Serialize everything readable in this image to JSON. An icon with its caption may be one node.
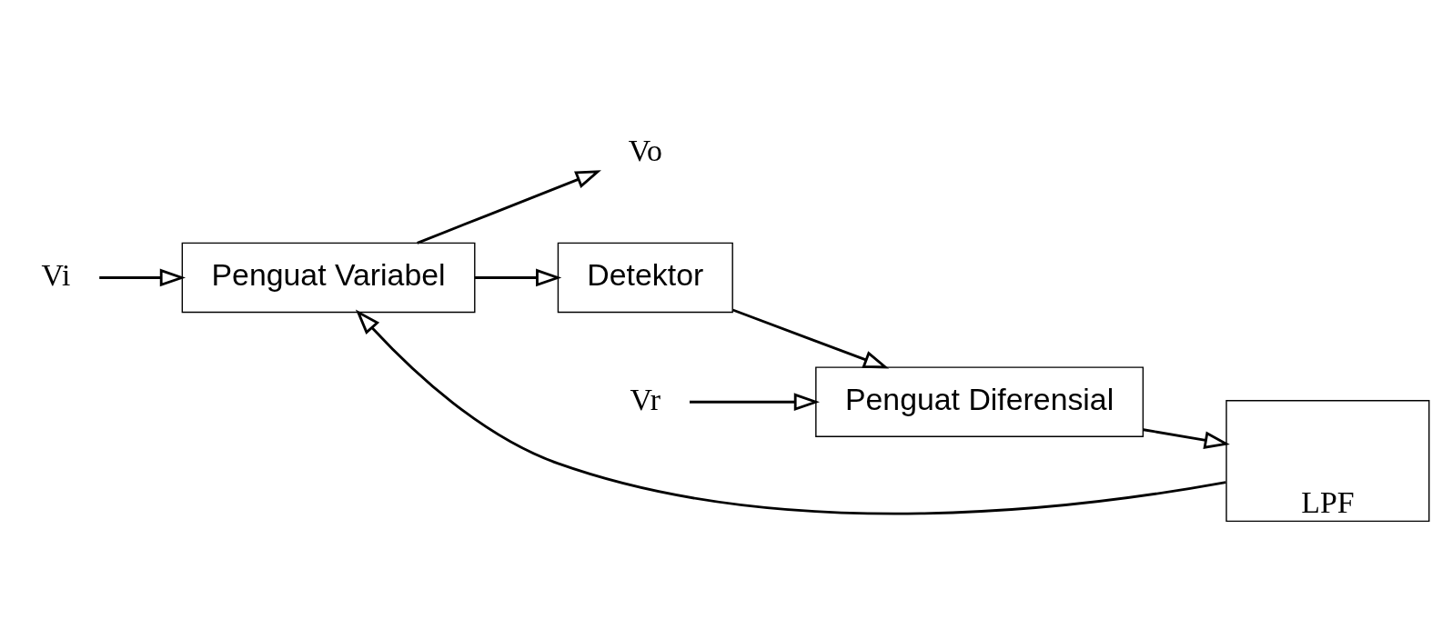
{
  "diagram": {
    "nodes": [
      {
        "text": [
          "Vi"
        ]
      },
      {
        "text": [
          "Penguat Variabel"
        ]
      },
      {
        "text": [
          "Vo"
        ]
      },
      {
        "text": [
          "Detektor"
        ]
      },
      {
        "text": [
          "Penguat Diferensial"
        ]
      },
      {
        "text": [
          "Vr"
        ]
      },
      {
        "text": [
          "LPF"
        ]
      }
    ],
    "edges": [
      {
        "from": 0,
        "to": 1,
        "arrow": "to"
      },
      {
        "from": 1,
        "to": 2,
        "arrow": "to"
      },
      {
        "from": 1,
        "to": 3,
        "arrow": "to"
      },
      {
        "from": 3,
        "to": 4,
        "arrow": "to"
      },
      {
        "from": 5,
        "to": 4,
        "arrow": "to"
      },
      {
        "from": 4,
        "to": 6,
        "arrow": "to"
      },
      {
        "from": 6,
        "to": 1,
        "arrow": "to"
      }
    ]
  }
}
